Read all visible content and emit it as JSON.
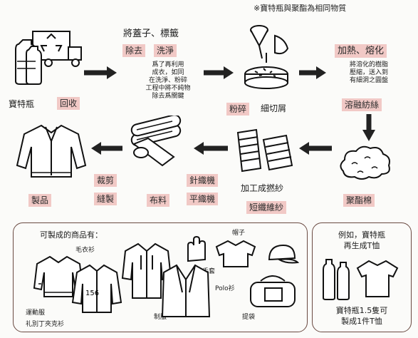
{
  "note": "※寶特瓶與聚酯為相同物質",
  "steps": {
    "bottle": "寶特瓶",
    "recycle": "回收",
    "remove_caps": "將蓋子、標籤",
    "remove": "除去",
    "wash": "洗淨",
    "wash_note": [
      "爲了再利用",
      "成衣，如同",
      "在洗淨、粉碎",
      "工程中將不純物",
      "除去爲關鍵"
    ],
    "crush": "粉碎",
    "flakes": "細切屑",
    "heat_melt": "加熱、熔化",
    "melt_note": [
      "將溶化的樹脂",
      "壓縮，送入到",
      "有細洞之圓盤"
    ],
    "fiber": "溶融紡絲",
    "polyester": "聚酯棉",
    "spin": "加工成撚紗",
    "short_fiber": "短纖維紗",
    "knit": "針織機",
    "weave": "平織機",
    "cloth": "布料",
    "cut": "裁剪",
    "sew": "縫製",
    "product": "製品"
  },
  "goods": {
    "heading": "可製成的商品有：",
    "items": [
      "毛衣衫",
      "帽子",
      "手套",
      "Polo衫",
      "運動服",
      "制服",
      "提袋",
      "礼別丁夾克衫"
    ]
  },
  "example": {
    "text": [
      "例如，寶特瓶",
      "再生成T恤"
    ],
    "result": [
      "寶特瓶1.5隻可",
      "製成1件T恤"
    ]
  }
}
